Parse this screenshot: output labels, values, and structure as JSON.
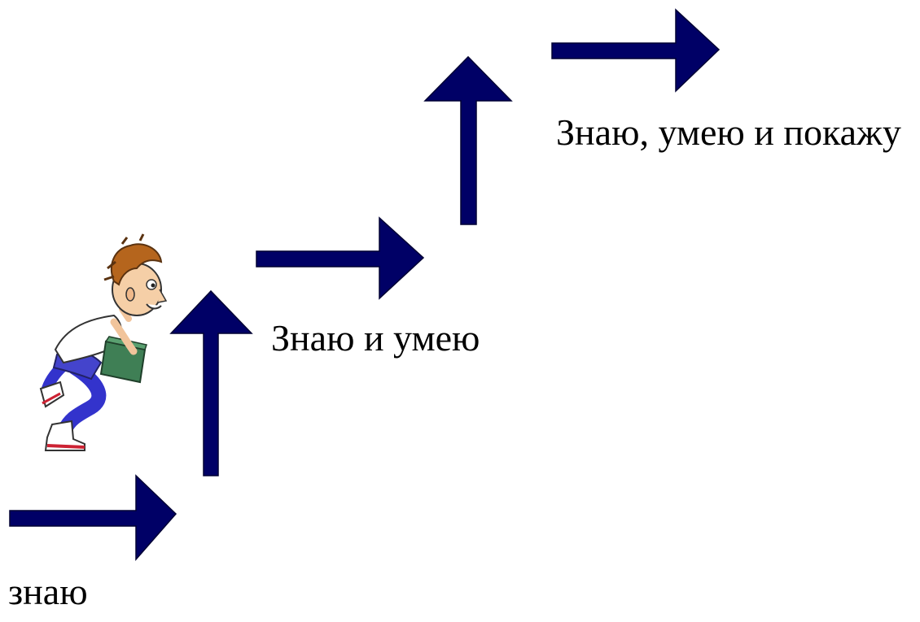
{
  "steps": [
    {
      "label": "знаю"
    },
    {
      "label": "Знаю и умею"
    },
    {
      "label": "Знаю, умею и покажу"
    }
  ],
  "colors": {
    "arrow": "#000066",
    "arrow_outline": "#000033",
    "text": "#000000"
  },
  "icons": {
    "figure": "running-boy-with-book-icon",
    "arrow": "arrow-icon"
  }
}
